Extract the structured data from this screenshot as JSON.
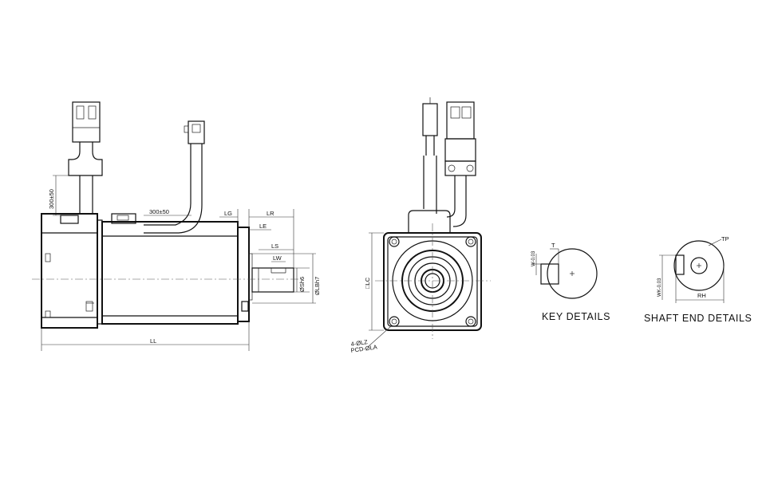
{
  "side_view": {
    "cable_length_vertical": "300±50",
    "cable_length_horizontal": "300±50",
    "dim_LG": "LG",
    "dim_LR": "LR",
    "dim_LE": "LE",
    "dim_LS": "LS",
    "dim_LW": "LW",
    "dim_LL": "LL",
    "dim_shaft": "ØSh6",
    "dim_spigot": "ØLBh7"
  },
  "front_view": {
    "dim_LC": "□LC",
    "holes_note": "4-ØLZ",
    "pcd_note": "PCD-ØLA"
  },
  "key_details": {
    "dim_T": "T",
    "dim_W": "W-0.03",
    "caption": "KEY DETAILS"
  },
  "shaft_end_details": {
    "dim_TP": "TP",
    "dim_WK": "WK-0.03",
    "dim_RH": "RH",
    "caption": "SHAFT END DETAILS"
  }
}
